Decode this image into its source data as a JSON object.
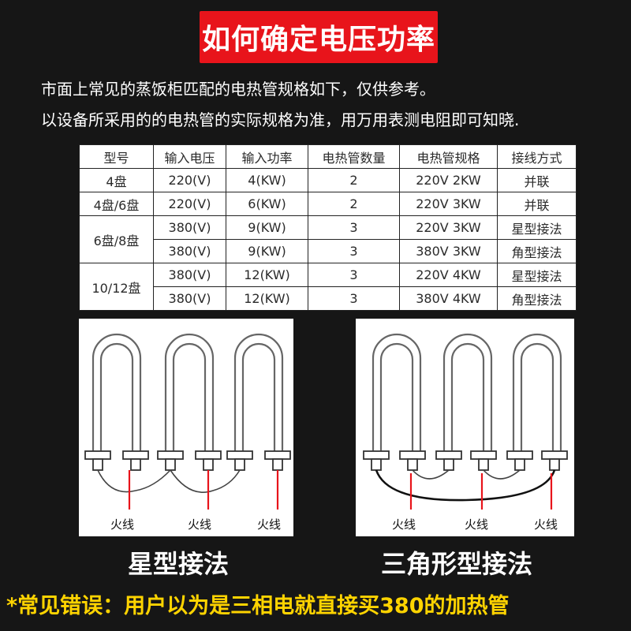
{
  "title": "如何确定电压功率",
  "intro": {
    "line1": "市面上常见的蒸饭柜匹配的电热管规格如下，仅供参考。",
    "line2": "以设备所采用的的电热管的实际规格为准，用万用表测电阻即可知晓."
  },
  "table": {
    "headers": [
      "型号",
      "输入电压",
      "输入功率",
      "电热管数量",
      "电热管规格",
      "接线方式"
    ],
    "rows": [
      {
        "model": "4盘",
        "voltage": "220(V)",
        "power": "4(KW)",
        "count": "2",
        "spec": "220V 2KW",
        "wiring": "并联"
      },
      {
        "model": "4盘/6盘",
        "voltage": "220(V)",
        "power": "6(KW)",
        "count": "2",
        "spec": "220V 3KW",
        "wiring": "并联"
      },
      {
        "model": "6盘/8盘",
        "voltage": "380(V)",
        "power": "9(KW)",
        "count": "3",
        "spec": "220V 3KW",
        "wiring": "星型接法"
      },
      {
        "model": "",
        "voltage": "380(V)",
        "power": "9(KW)",
        "count": "3",
        "spec": "380V  3KW",
        "wiring": "角型接法"
      },
      {
        "model": "10/12盘",
        "voltage": "380(V)",
        "power": "12(KW)",
        "count": "3",
        "spec": "220V 4KW",
        "wiring": "星型接法"
      },
      {
        "model": "",
        "voltage": "380(V)",
        "power": "12(KW)",
        "count": "3",
        "spec": "380V 4KW",
        "wiring": "角型接法"
      }
    ]
  },
  "diagrams": {
    "live_wire": "火线",
    "star_label": "星型接法",
    "delta_label": "三角形型接法"
  },
  "warning": "*常见错误：用户以为是三相电就直接买380的加热管",
  "colors": {
    "background": "#161616",
    "title_bg": "#e8141b",
    "warning_text": "#ffd400",
    "live_wire": "#e8141b"
  }
}
